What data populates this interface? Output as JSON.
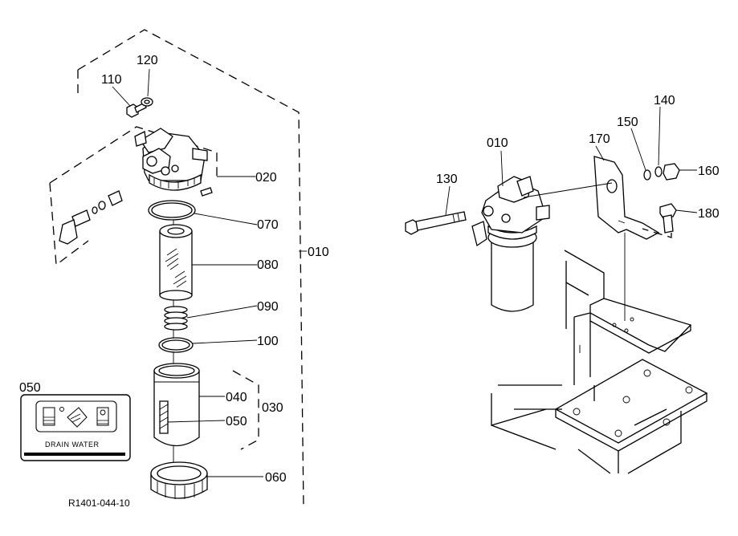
{
  "labels": {
    "p010_left": "010",
    "p010_right": "010",
    "p020": "020",
    "p030": "030",
    "p040": "040",
    "p050": "050",
    "p050_box": "050",
    "p060": "060",
    "p070": "070",
    "p080": "080",
    "p090": "090",
    "p100": "100",
    "p110": "110",
    "p120": "120",
    "p130": "130",
    "p140": "140",
    "p150": "150",
    "p160": "160",
    "p170": "170",
    "p180": "180"
  },
  "decal": {
    "caption": "DRAIN WATER"
  },
  "drawing_code": "R1401-044-10"
}
